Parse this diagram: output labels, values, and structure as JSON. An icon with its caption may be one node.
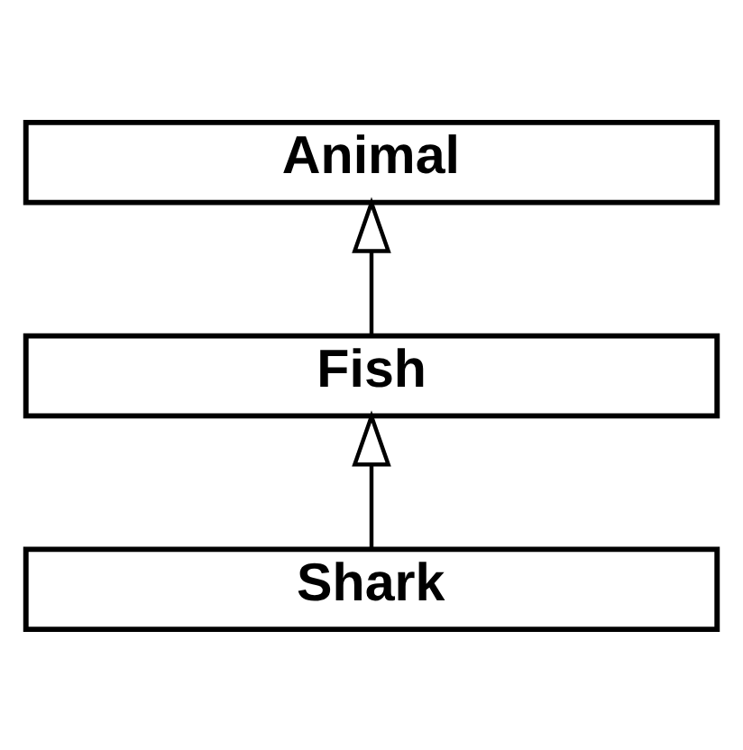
{
  "diagram": {
    "nodes": [
      {
        "text": [
          "Animal"
        ]
      },
      {
        "text": [
          "Fish"
        ]
      },
      {
        "text": [
          "Shark"
        ]
      }
    ],
    "edges": [
      {
        "from": 1,
        "to": 0,
        "arrow": "to"
      },
      {
        "from": 2,
        "to": 1,
        "arrow": "to"
      }
    ]
  }
}
